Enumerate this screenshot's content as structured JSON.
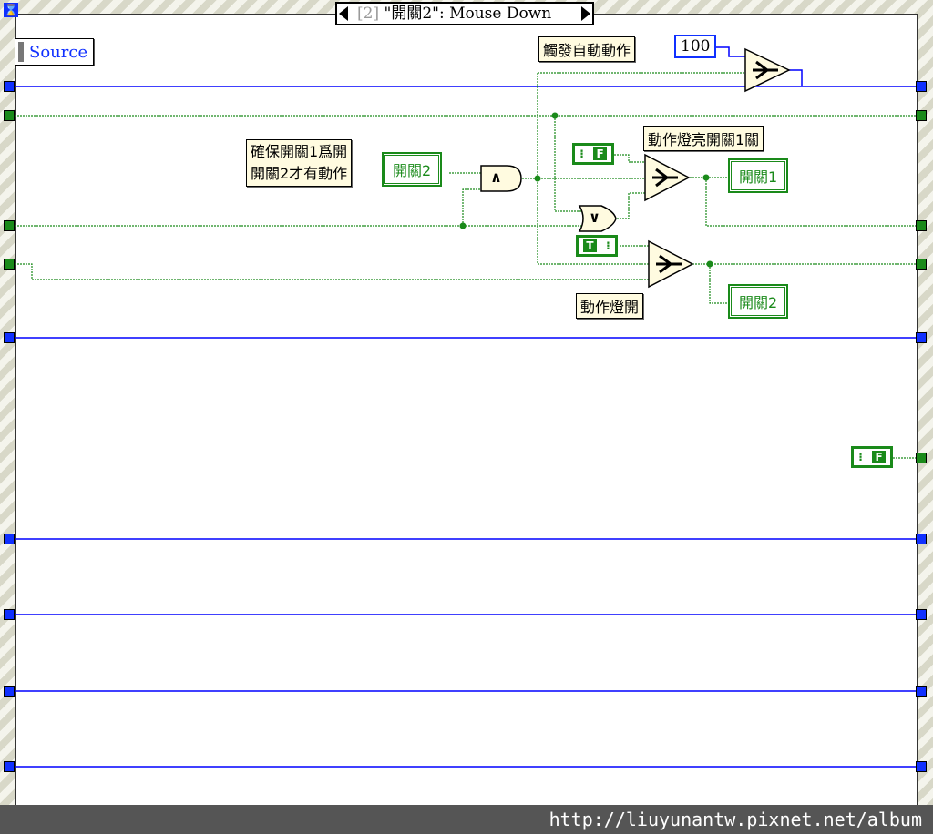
{
  "case_selector": {
    "index": "[2]",
    "label": "\"開關2\": Mouse Down"
  },
  "source_node": "Source",
  "comments": {
    "trigger": "觸發自動動作",
    "ensure": "確保開關1爲開\n開關2才有動作",
    "light_switch1": "動作燈亮開關1關",
    "light_on": "動作燈開"
  },
  "constants": {
    "hundred": "100",
    "bool_false": "F",
    "bool_true": "T"
  },
  "controls": {
    "switch2_terminal": "開關2",
    "switch1_indicator": "開關1",
    "switch2_indicator": "開關2"
  },
  "gates": {
    "and": "∧",
    "or": "∨"
  },
  "watermark": "http://liuyunantw.pixnet.net/album",
  "colors": {
    "blue_wire": "#0000ff",
    "green_wire": "#1a8a1a",
    "node_fill": "#fffbe0"
  }
}
